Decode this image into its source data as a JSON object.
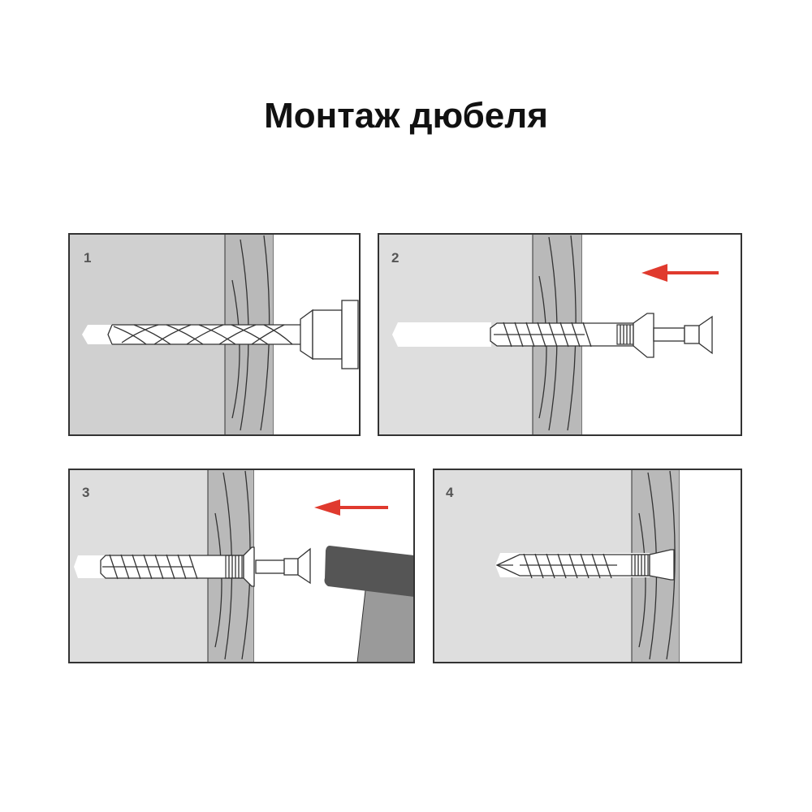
{
  "title": "Монтаж дюбеля",
  "steps": [
    {
      "number": "1",
      "action": "drill"
    },
    {
      "number": "2",
      "action": "insert-dowel"
    },
    {
      "number": "3",
      "action": "hammer"
    },
    {
      "number": "4",
      "action": "installed"
    }
  ],
  "colors": {
    "arrow": "#e03a2e",
    "wall": "#d6d6d6",
    "layer": "#b9b9b9",
    "hammer": "#555555",
    "handle": "#9a9a9a"
  }
}
